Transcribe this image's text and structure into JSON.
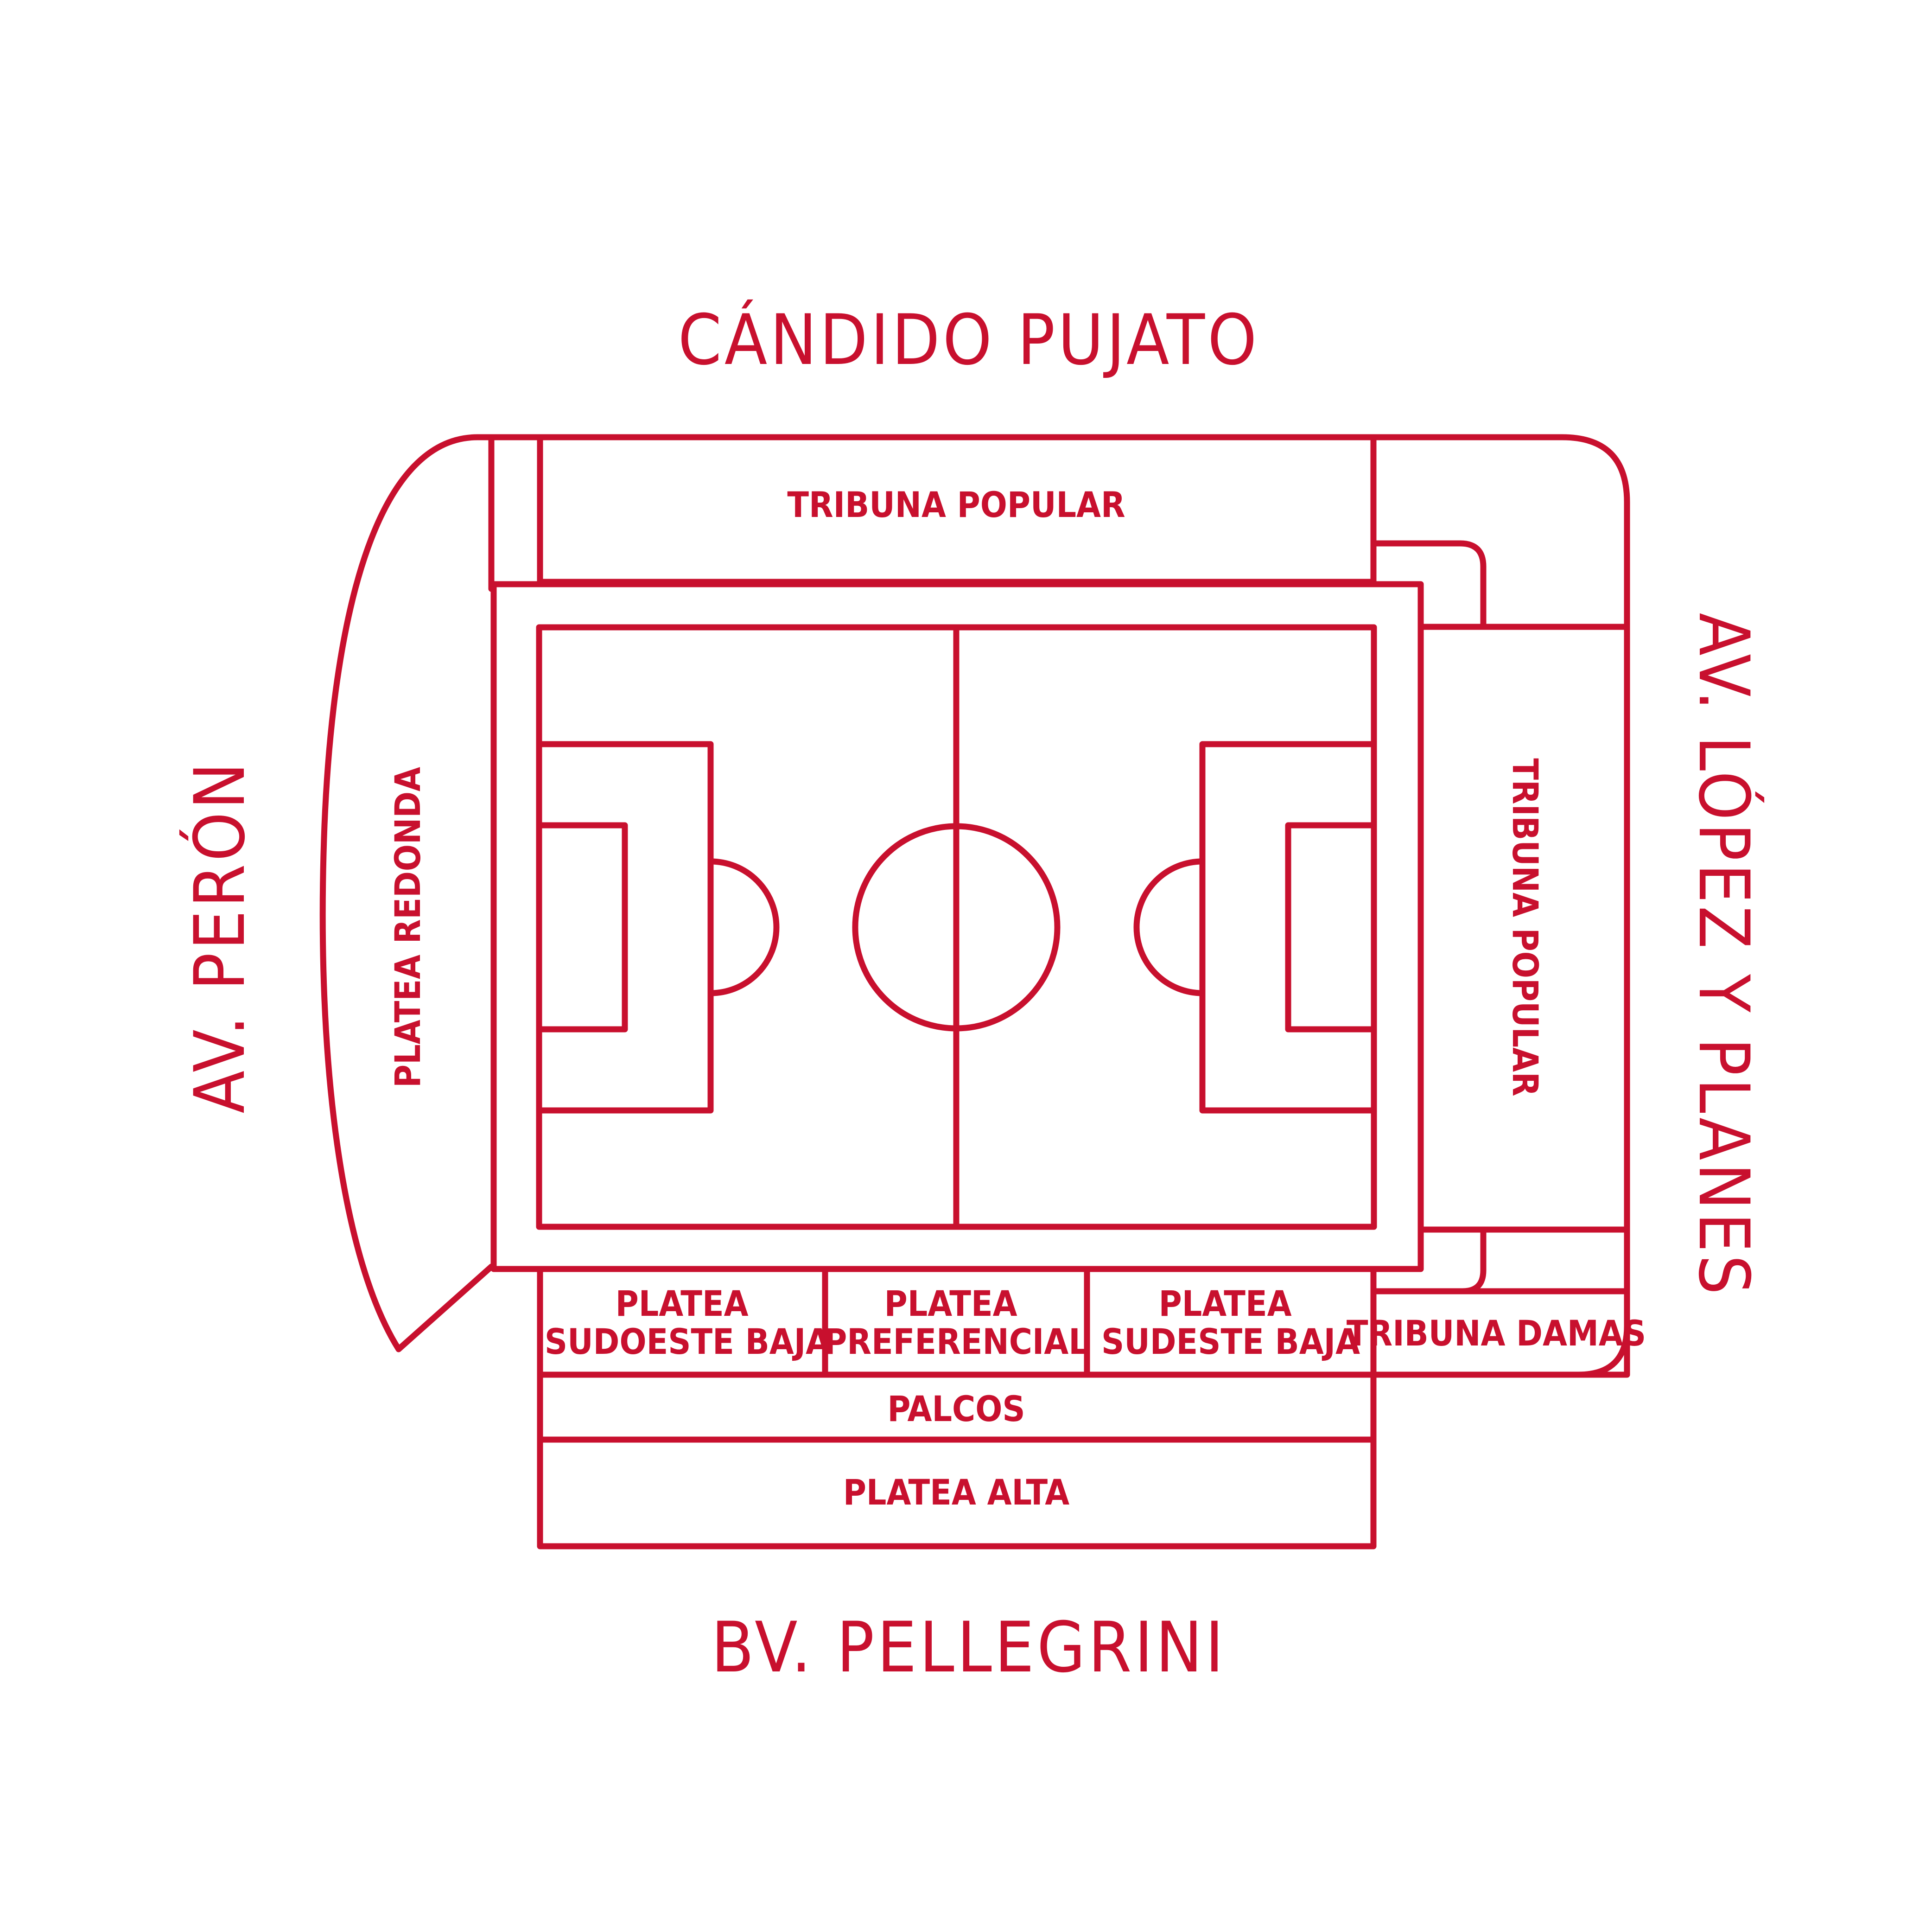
{
  "map": {
    "accent_color": "#c8102e",
    "background_color": "#ffffff"
  },
  "streets": {
    "north": "CÁNDIDO PUJATO",
    "south": "BV. PELLEGRINI",
    "west": "AV. PERÓN",
    "east": "AV. LÓPEZ Y PLANES"
  },
  "sections": {
    "tribuna_popular_north": "TRIBUNA POPULAR",
    "tribuna_popular_east": "TRIBUNA POPULAR",
    "platea_redonda": "PLATEA REDONDA",
    "platea_sudoeste_baja": [
      "PLATEA",
      "SUDOESTE BAJA"
    ],
    "platea_preferencial": [
      "PLATEA",
      "PREFERENCIAL"
    ],
    "platea_sudeste_baja": [
      "PLATEA",
      "SUDESTE BAJA"
    ],
    "tribuna_damas": "TRIBUNA DAMAS",
    "palcos": "PALCOS",
    "platea_alta": "PLATEA ALTA"
  }
}
